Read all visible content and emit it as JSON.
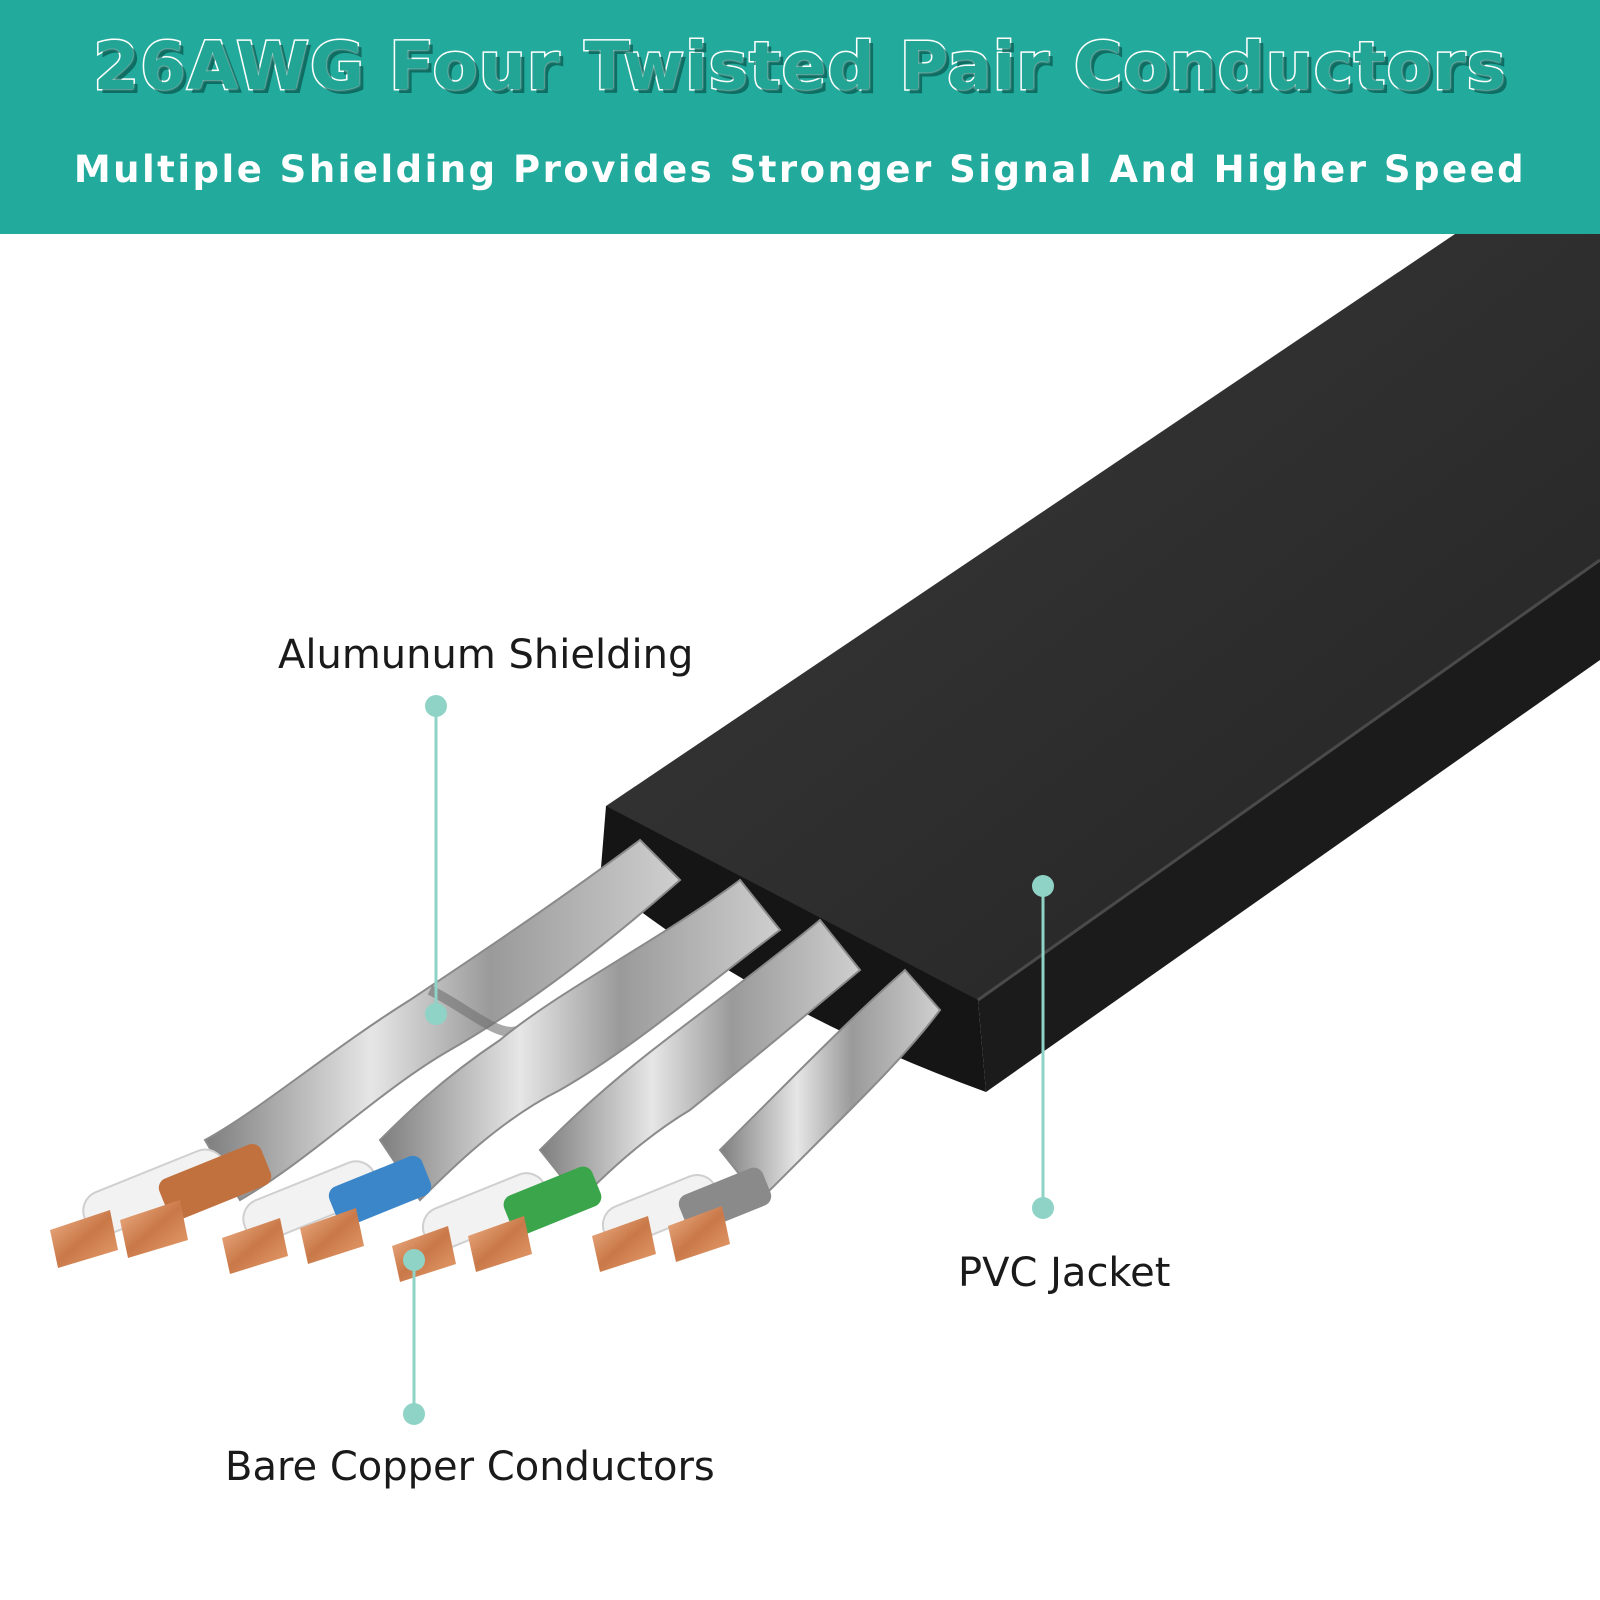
{
  "header": {
    "title": "26AWG Four Twisted Pair Conductors",
    "subtitle": "Multiple Shielding Provides Stronger Signal And Higher Speed"
  },
  "callouts": {
    "shielding": "Alumunum Shielding",
    "jacket": "PVC Jacket",
    "conductors": "Bare Copper Conductors"
  },
  "colors": {
    "banner": "#22aa9c",
    "accent": "#8fd3c7",
    "jacket": "#2b2b2b",
    "copper": "#d38a5c",
    "pair_orange": "#c0713d",
    "pair_blue": "#3a86c8",
    "pair_green": "#3aa54a",
    "pair_gray": "#8a8a8a"
  }
}
